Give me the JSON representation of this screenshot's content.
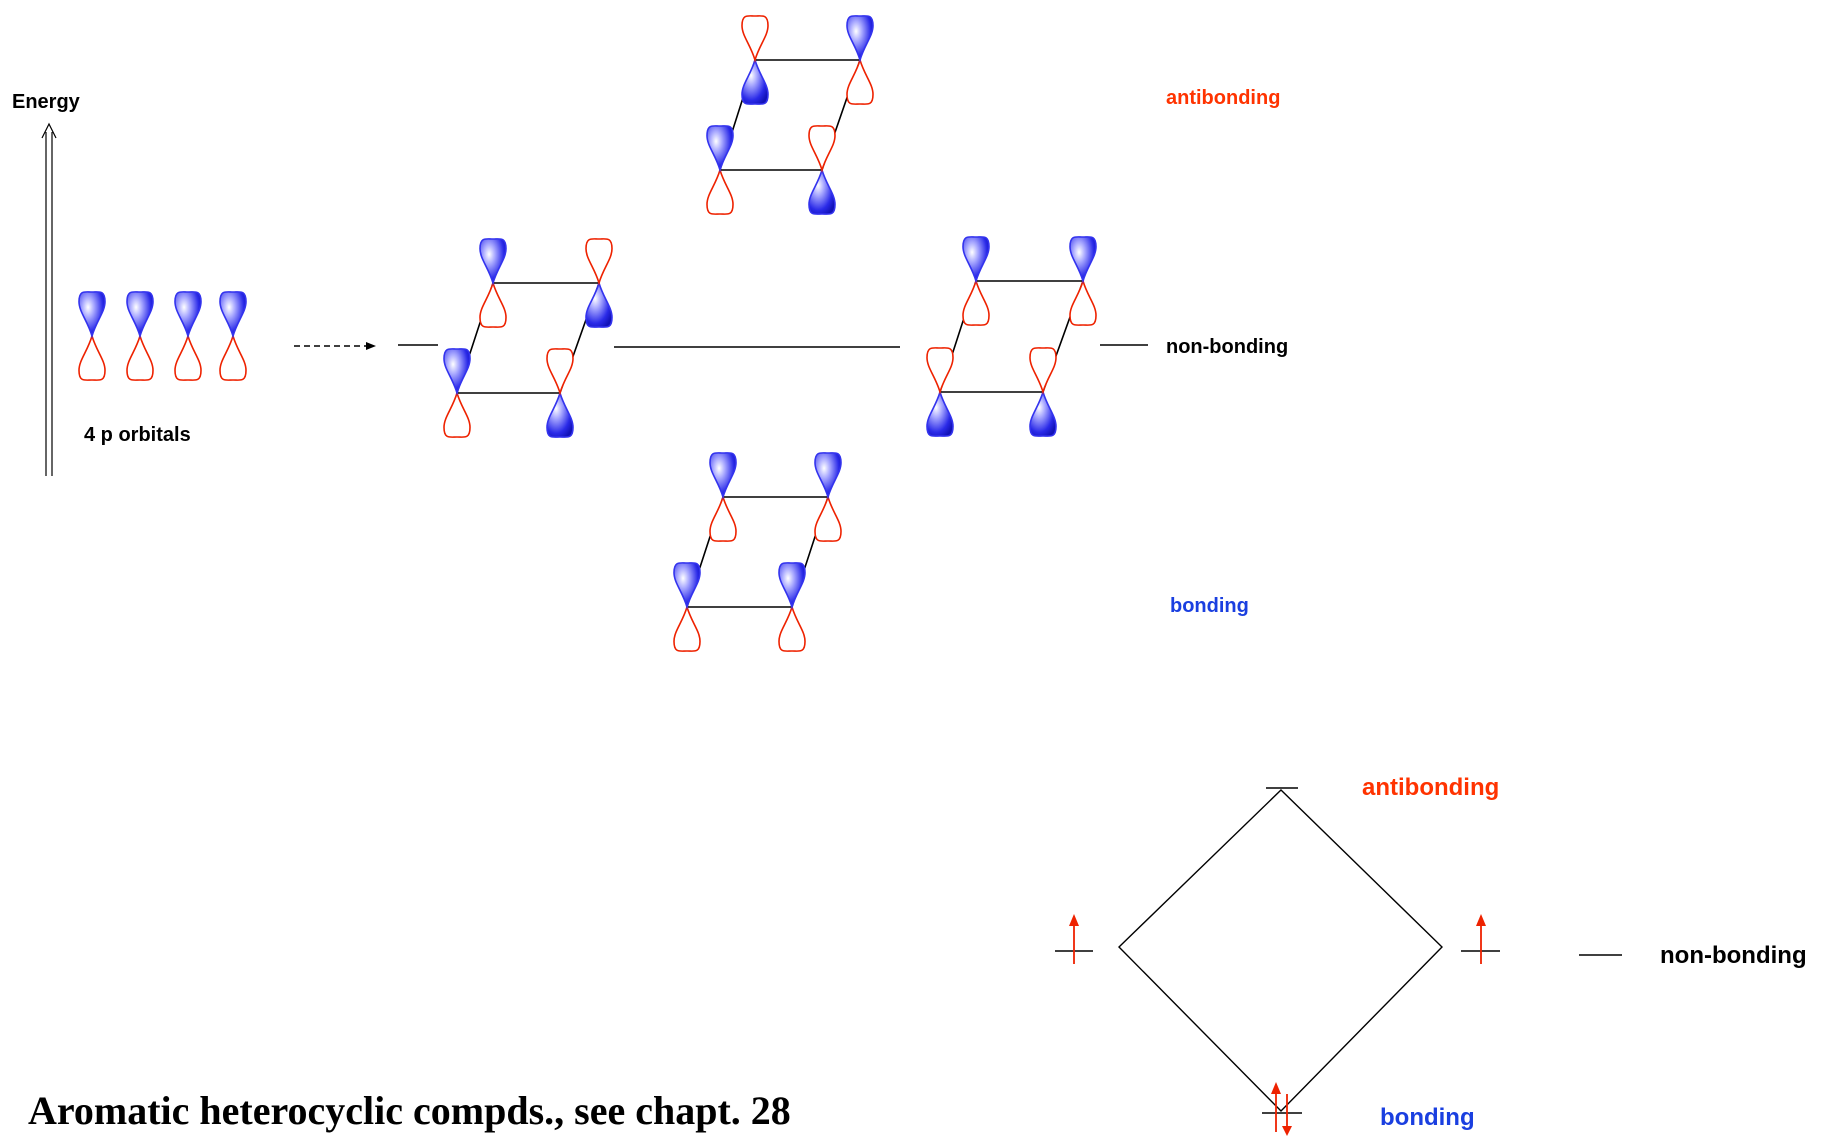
{
  "axis": {
    "label": "Energy"
  },
  "atomic": {
    "label": "4 p orbitals"
  },
  "levels": {
    "antibonding": "antibonding",
    "nonbonding": "non-bonding",
    "bonding": "bonding"
  },
  "summary": {
    "antibonding": "antibonding",
    "nonbonding": "non-bonding",
    "bonding": "bonding"
  },
  "title": "Aromatic heterocyclic compds., see chapt. 28",
  "colors": {
    "blue_lobe": "#3333ee",
    "red_lobe": "#ee2200",
    "antibonding_text": "#ff3300",
    "bonding_text": "#1a3fe0",
    "text": "#000000"
  }
}
